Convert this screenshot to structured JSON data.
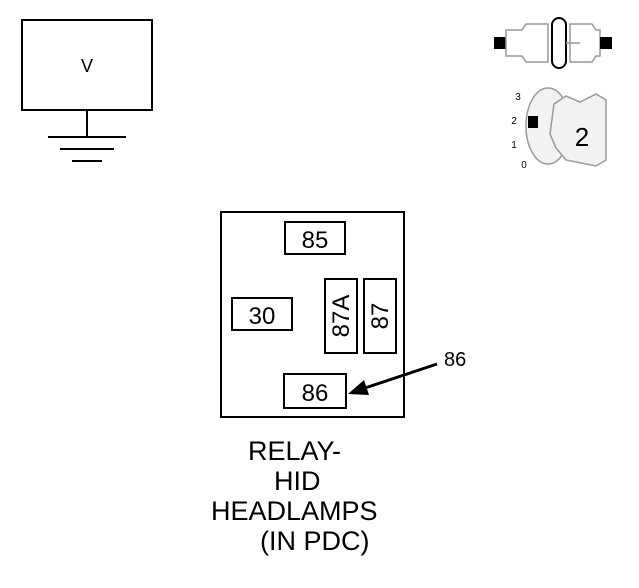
{
  "meter": {
    "label": "V"
  },
  "ignition": {
    "positions": [
      "3",
      "2",
      "1",
      "0"
    ],
    "key_number": "2"
  },
  "relay": {
    "terminals": {
      "t85": "85",
      "t30": "30",
      "t87a": "87A",
      "t87": "87",
      "t86": "86"
    },
    "callout": "86"
  },
  "caption": {
    "line1": "RELAY-",
    "line2": "HID",
    "line3": "HEADLAMPS",
    "line4": "(IN PDC)"
  },
  "colors": {
    "ink": "#000000",
    "connector_fill": "#ffffff",
    "key_fill": "#f2f2f2"
  }
}
